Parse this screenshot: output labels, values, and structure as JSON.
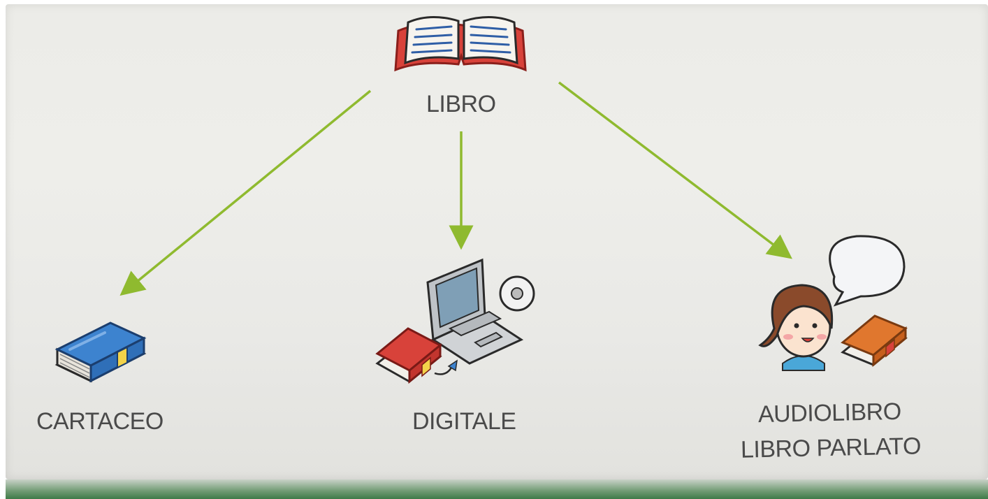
{
  "diagram": {
    "root": {
      "label": "LIBRO",
      "icon": "open-book-icon"
    },
    "children": [
      {
        "id": "cartaceo",
        "label": "CARTACEO",
        "icon": "paper-book-icon"
      },
      {
        "id": "digitale",
        "label": "DIGITALE",
        "icon": "laptop-cd-book-icon"
      },
      {
        "id": "audiolibro",
        "label_line1": "AUDIOLIBRO",
        "label_line2": "LIBRO PARLATO",
        "icon": "girl-speech-book-icon"
      }
    ],
    "colors": {
      "arrow": "#8fba2f",
      "text": "#4a4a4a",
      "book_red": "#d8423a",
      "book_blue": "#3d83cf",
      "book_orange": "#e0772e"
    }
  }
}
